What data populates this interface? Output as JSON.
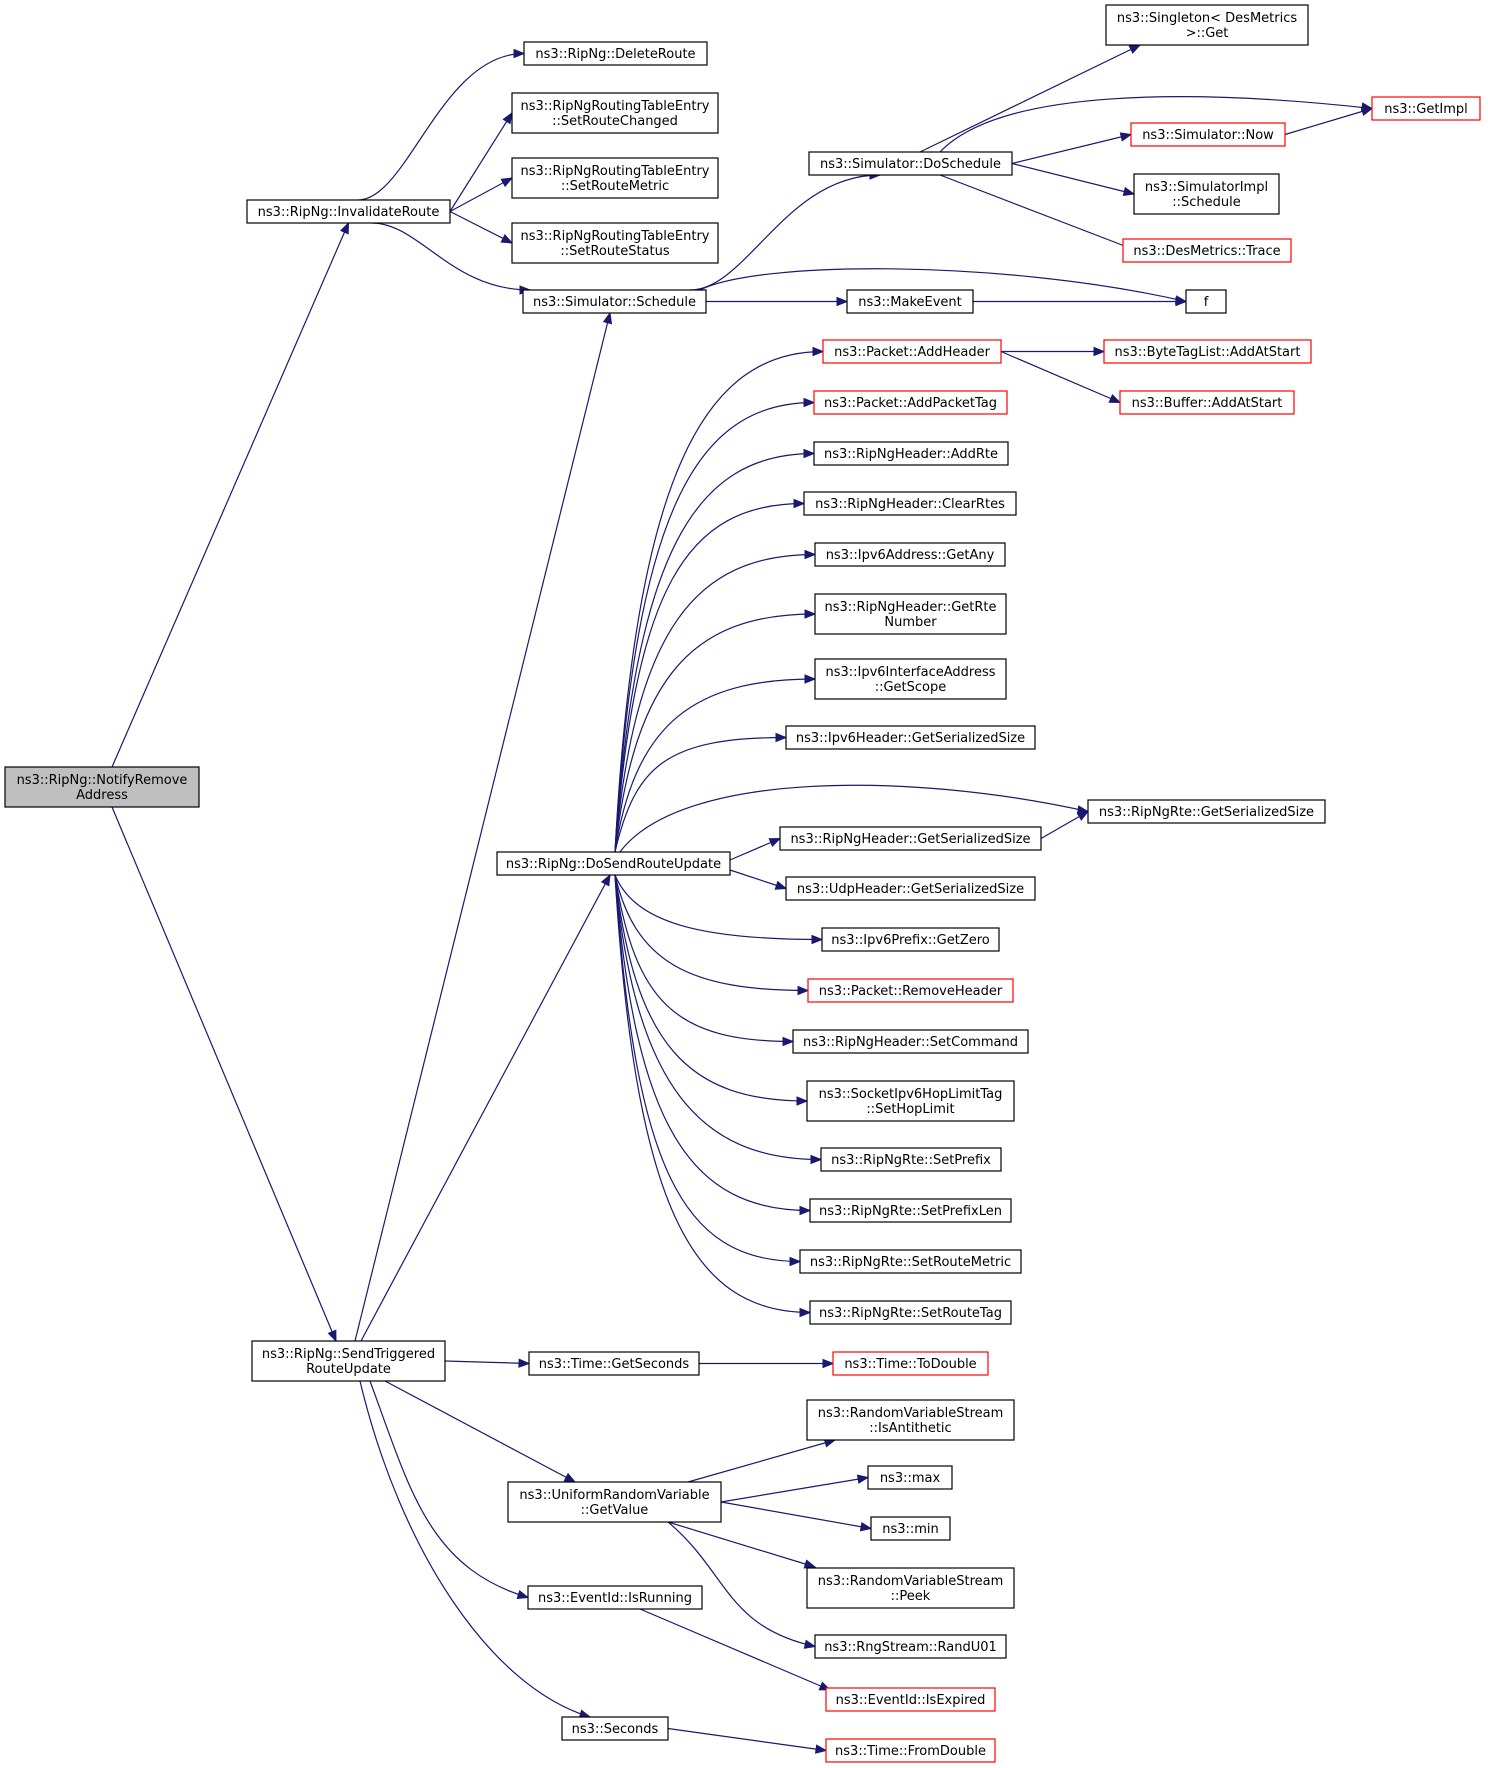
{
  "colors": {
    "edge": "#191970",
    "border_normal": "#000000",
    "border_truncated": "#ff0000",
    "root_fill": "#bfbfbf",
    "node_fill": "#ffffff"
  },
  "nodes": [
    {
      "id": "notify",
      "lines": [
        "ns3::RipNg::NotifyRemove",
        "Address"
      ],
      "style": "root"
    },
    {
      "id": "invalidate",
      "lines": [
        "ns3::RipNg::InvalidateRoute"
      ],
      "style": "normal"
    },
    {
      "id": "sendtrig",
      "lines": [
        "ns3::RipNg::SendTriggered",
        "RouteUpdate"
      ],
      "style": "normal"
    },
    {
      "id": "deleteroute",
      "lines": [
        "ns3::RipNg::DeleteRoute"
      ],
      "style": "normal"
    },
    {
      "id": "setroutechanged",
      "lines": [
        "ns3::RipNgRoutingTableEntry",
        "::SetRouteChanged"
      ],
      "style": "normal"
    },
    {
      "id": "setroutemetric_e",
      "lines": [
        "ns3::RipNgRoutingTableEntry",
        "::SetRouteMetric"
      ],
      "style": "normal"
    },
    {
      "id": "setroutestatus",
      "lines": [
        "ns3::RipNgRoutingTableEntry",
        "::SetRouteStatus"
      ],
      "style": "normal"
    },
    {
      "id": "schedule",
      "lines": [
        "ns3::Simulator::Schedule"
      ],
      "style": "normal"
    },
    {
      "id": "doschedule",
      "lines": [
        "ns3::Simulator::DoSchedule"
      ],
      "style": "normal"
    },
    {
      "id": "singleton",
      "lines": [
        "ns3::Singleton< DesMetrics",
        ">::Get"
      ],
      "style": "normal"
    },
    {
      "id": "getimpl",
      "lines": [
        "ns3::GetImpl"
      ],
      "style": "truncated"
    },
    {
      "id": "now",
      "lines": [
        "ns3::Simulator::Now"
      ],
      "style": "truncated"
    },
    {
      "id": "implschedule",
      "lines": [
        "ns3::SimulatorImpl",
        "::Schedule"
      ],
      "style": "normal"
    },
    {
      "id": "trace",
      "lines": [
        "ns3::DesMetrics::Trace"
      ],
      "style": "truncated"
    },
    {
      "id": "makeevent",
      "lines": [
        "ns3::MakeEvent"
      ],
      "style": "normal"
    },
    {
      "id": "f",
      "lines": [
        "f"
      ],
      "style": "normal"
    },
    {
      "id": "dosend",
      "lines": [
        "ns3::RipNg::DoSendRouteUpdate"
      ],
      "style": "normal"
    },
    {
      "id": "addheader",
      "lines": [
        "ns3::Packet::AddHeader"
      ],
      "style": "truncated"
    },
    {
      "id": "bytetag",
      "lines": [
        "ns3::ByteTagList::AddAtStart"
      ],
      "style": "truncated"
    },
    {
      "id": "bufferadd",
      "lines": [
        "ns3::Buffer::AddAtStart"
      ],
      "style": "truncated"
    },
    {
      "id": "addpackettag",
      "lines": [
        "ns3::Packet::AddPacketTag"
      ],
      "style": "truncated"
    },
    {
      "id": "addrte",
      "lines": [
        "ns3::RipNgHeader::AddRte"
      ],
      "style": "normal"
    },
    {
      "id": "clearrtes",
      "lines": [
        "ns3::RipNgHeader::ClearRtes"
      ],
      "style": "normal"
    },
    {
      "id": "getany",
      "lines": [
        "ns3::Ipv6Address::GetAny"
      ],
      "style": "normal"
    },
    {
      "id": "getrtenumber",
      "lines": [
        "ns3::RipNgHeader::GetRte",
        "Number"
      ],
      "style": "normal"
    },
    {
      "id": "getscope",
      "lines": [
        "ns3::Ipv6InterfaceAddress",
        "::GetScope"
      ],
      "style": "normal"
    },
    {
      "id": "ipv6hdrsize",
      "lines": [
        "ns3::Ipv6Header::GetSerializedSize"
      ],
      "style": "normal"
    },
    {
      "id": "rtesize",
      "lines": [
        "ns3::RipNgRte::GetSerializedSize"
      ],
      "style": "normal"
    },
    {
      "id": "riphdrsize",
      "lines": [
        "ns3::RipNgHeader::GetSerializedSize"
      ],
      "style": "normal"
    },
    {
      "id": "udphdrsize",
      "lines": [
        "ns3::UdpHeader::GetSerializedSize"
      ],
      "style": "normal"
    },
    {
      "id": "getzero",
      "lines": [
        "ns3::Ipv6Prefix::GetZero"
      ],
      "style": "normal"
    },
    {
      "id": "removeheader",
      "lines": [
        "ns3::Packet::RemoveHeader"
      ],
      "style": "truncated"
    },
    {
      "id": "setcommand",
      "lines": [
        "ns3::RipNgHeader::SetCommand"
      ],
      "style": "normal"
    },
    {
      "id": "sethoplimit",
      "lines": [
        "ns3::SocketIpv6HopLimitTag",
        "::SetHopLimit"
      ],
      "style": "normal"
    },
    {
      "id": "setprefix",
      "lines": [
        "ns3::RipNgRte::SetPrefix"
      ],
      "style": "normal"
    },
    {
      "id": "setprefixlen",
      "lines": [
        "ns3::RipNgRte::SetPrefixLen"
      ],
      "style": "normal"
    },
    {
      "id": "setroutemetric_r",
      "lines": [
        "ns3::RipNgRte::SetRouteMetric"
      ],
      "style": "normal"
    },
    {
      "id": "setroutetag",
      "lines": [
        "ns3::RipNgRte::SetRouteTag"
      ],
      "style": "normal"
    },
    {
      "id": "getseconds",
      "lines": [
        "ns3::Time::GetSeconds"
      ],
      "style": "normal"
    },
    {
      "id": "todouble",
      "lines": [
        "ns3::Time::ToDouble"
      ],
      "style": "truncated"
    },
    {
      "id": "getvalue",
      "lines": [
        "ns3::UniformRandomVariable",
        "::GetValue"
      ],
      "style": "normal"
    },
    {
      "id": "isantithetic",
      "lines": [
        "ns3::RandomVariableStream",
        "::IsAntithetic"
      ],
      "style": "normal"
    },
    {
      "id": "max",
      "lines": [
        "ns3::max"
      ],
      "style": "normal"
    },
    {
      "id": "min",
      "lines": [
        "ns3::min"
      ],
      "style": "normal"
    },
    {
      "id": "peek",
      "lines": [
        "ns3::RandomVariableStream",
        "::Peek"
      ],
      "style": "normal"
    },
    {
      "id": "randu01",
      "lines": [
        "ns3::RngStream::RandU01"
      ],
      "style": "normal"
    },
    {
      "id": "isrunning",
      "lines": [
        "ns3::EventId::IsRunning"
      ],
      "style": "normal"
    },
    {
      "id": "isexpired",
      "lines": [
        "ns3::EventId::IsExpired"
      ],
      "style": "truncated"
    },
    {
      "id": "seconds",
      "lines": [
        "ns3::Seconds"
      ],
      "style": "normal"
    },
    {
      "id": "fromdouble",
      "lines": [
        "ns3::Time::FromDouble"
      ],
      "style": "truncated"
    }
  ],
  "edges": [
    {
      "from": "notify",
      "to": "invalidate"
    },
    {
      "from": "notify",
      "to": "sendtrig"
    },
    {
      "from": "invalidate",
      "to": "deleteroute"
    },
    {
      "from": "invalidate",
      "to": "setroutechanged"
    },
    {
      "from": "invalidate",
      "to": "setroutemetric_e"
    },
    {
      "from": "invalidate",
      "to": "setroutestatus"
    },
    {
      "from": "invalidate",
      "to": "schedule"
    },
    {
      "from": "schedule",
      "to": "doschedule"
    },
    {
      "from": "schedule",
      "to": "makeevent"
    },
    {
      "from": "schedule",
      "to": "f"
    },
    {
      "from": "doschedule",
      "to": "singleton"
    },
    {
      "from": "doschedule",
      "to": "getimpl"
    },
    {
      "from": "doschedule",
      "to": "now"
    },
    {
      "from": "doschedule",
      "to": "implschedule"
    },
    {
      "from": "doschedule",
      "to": "trace"
    },
    {
      "from": "now",
      "to": "getimpl"
    },
    {
      "from": "makeevent",
      "to": "f"
    },
    {
      "from": "sendtrig",
      "to": "schedule"
    },
    {
      "from": "sendtrig",
      "to": "dosend"
    },
    {
      "from": "sendtrig",
      "to": "getseconds"
    },
    {
      "from": "sendtrig",
      "to": "getvalue"
    },
    {
      "from": "sendtrig",
      "to": "isrunning"
    },
    {
      "from": "sendtrig",
      "to": "seconds"
    },
    {
      "from": "dosend",
      "to": "addheader"
    },
    {
      "from": "dosend",
      "to": "addpackettag"
    },
    {
      "from": "dosend",
      "to": "addrte"
    },
    {
      "from": "dosend",
      "to": "clearrtes"
    },
    {
      "from": "dosend",
      "to": "getany"
    },
    {
      "from": "dosend",
      "to": "getrtenumber"
    },
    {
      "from": "dosend",
      "to": "getscope"
    },
    {
      "from": "dosend",
      "to": "ipv6hdrsize"
    },
    {
      "from": "dosend",
      "to": "rtesize"
    },
    {
      "from": "dosend",
      "to": "riphdrsize"
    },
    {
      "from": "dosend",
      "to": "udphdrsize"
    },
    {
      "from": "dosend",
      "to": "getzero"
    },
    {
      "from": "dosend",
      "to": "removeheader"
    },
    {
      "from": "dosend",
      "to": "setcommand"
    },
    {
      "from": "dosend",
      "to": "sethoplimit"
    },
    {
      "from": "dosend",
      "to": "setprefix"
    },
    {
      "from": "dosend",
      "to": "setprefixlen"
    },
    {
      "from": "dosend",
      "to": "setroutemetric_r"
    },
    {
      "from": "dosend",
      "to": "setroutetag"
    },
    {
      "from": "addheader",
      "to": "bytetag"
    },
    {
      "from": "addheader",
      "to": "bufferadd"
    },
    {
      "from": "riphdrsize",
      "to": "rtesize"
    },
    {
      "from": "getseconds",
      "to": "todouble"
    },
    {
      "from": "getvalue",
      "to": "isantithetic"
    },
    {
      "from": "getvalue",
      "to": "max"
    },
    {
      "from": "getvalue",
      "to": "min"
    },
    {
      "from": "getvalue",
      "to": "peek"
    },
    {
      "from": "getvalue",
      "to": "randu01"
    },
    {
      "from": "isrunning",
      "to": "isexpired"
    },
    {
      "from": "seconds",
      "to": "fromdouble"
    }
  ]
}
